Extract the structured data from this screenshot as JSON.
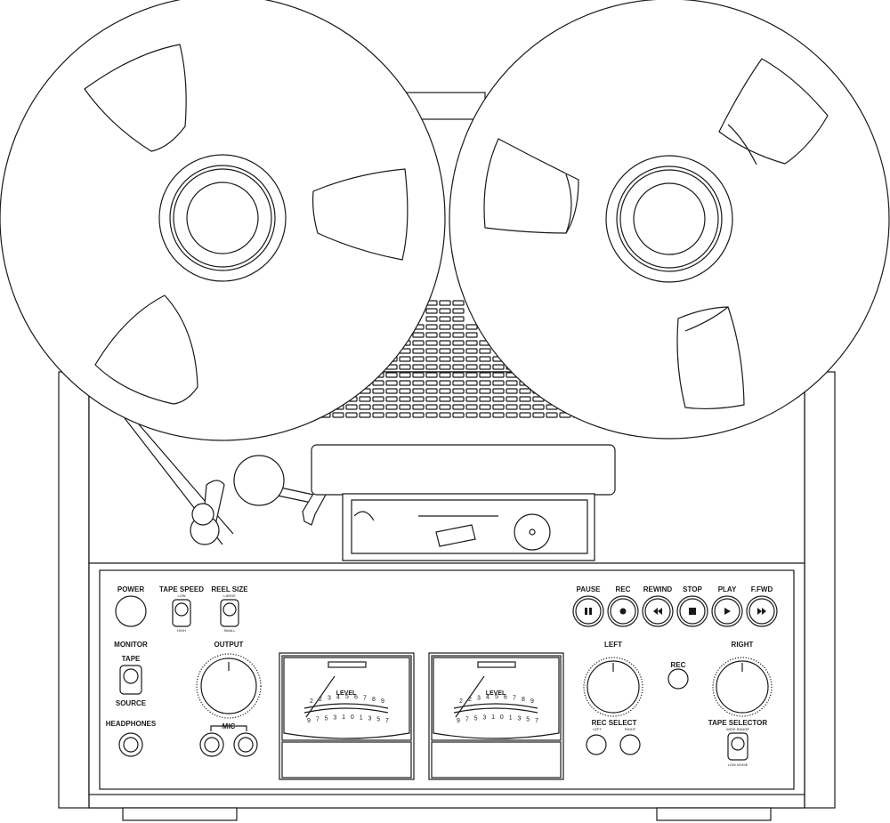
{
  "controls": {
    "power": "POWER",
    "tape_speed": {
      "label": "TAPE SPEED",
      "top": "LOW",
      "bottom": "HIGH"
    },
    "reel_size": {
      "label": "REEL SIZE",
      "top": "LARGE",
      "bottom": "SMALL"
    },
    "monitor": {
      "label": "MONITOR",
      "top": "TAPE",
      "bottom": "SOURCE"
    },
    "headphones": "HEADPHONES",
    "output": "OUTPUT",
    "mic": "MIC",
    "left": "LEFT",
    "right": "RIGHT",
    "rec_button": "REC",
    "rec_select": {
      "label": "REC SELECT",
      "left": "LEFT",
      "right": "RIGHT"
    },
    "tape_selector": {
      "label": "TAPE SELECTOR",
      "top": "WIDE RANGE",
      "bottom": "LOW NOISE"
    }
  },
  "transport": [
    {
      "label": "PAUSE",
      "icon": "pause-icon"
    },
    {
      "label": "REC",
      "icon": "record-icon"
    },
    {
      "label": "REWIND",
      "icon": "rewind-icon"
    },
    {
      "label": "STOP",
      "icon": "stop-icon"
    },
    {
      "label": "PLAY",
      "icon": "play-icon"
    },
    {
      "label": "F.FWD",
      "icon": "fast-forward-icon"
    }
  ],
  "meters": {
    "title": "LEVEL",
    "upper_scale": [
      "2",
      "2",
      "3",
      "4",
      "5",
      "6",
      "7",
      "8",
      "9"
    ],
    "lower_scale": [
      "9",
      "7",
      "5",
      "3",
      "1",
      "0",
      "1",
      "3",
      "5",
      "7"
    ]
  }
}
